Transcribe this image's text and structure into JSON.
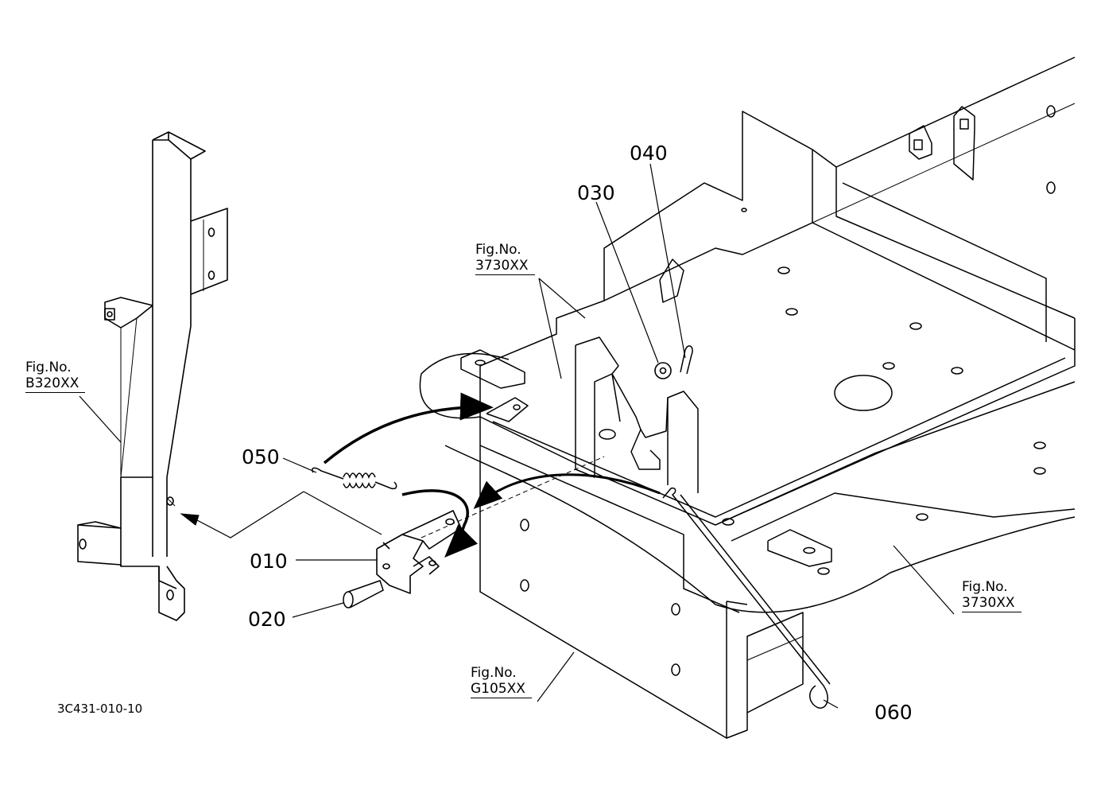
{
  "parts": {
    "p010": "010",
    "p020": "020",
    "p030": "030",
    "p040": "040",
    "p050": "050",
    "p060": "060"
  },
  "figure_refs": {
    "ref_b320": {
      "line1": "Fig.No.",
      "line2": "B320XX"
    },
    "ref_3730_top": {
      "line1": "Fig.No.",
      "line2": "3730XX"
    },
    "ref_3730_right": {
      "line1": "Fig.No.",
      "line2": "3730XX"
    },
    "ref_g105": {
      "line1": "Fig.No.",
      "line2": "G105XX"
    }
  },
  "drawing_code": "3C431-010-10"
}
